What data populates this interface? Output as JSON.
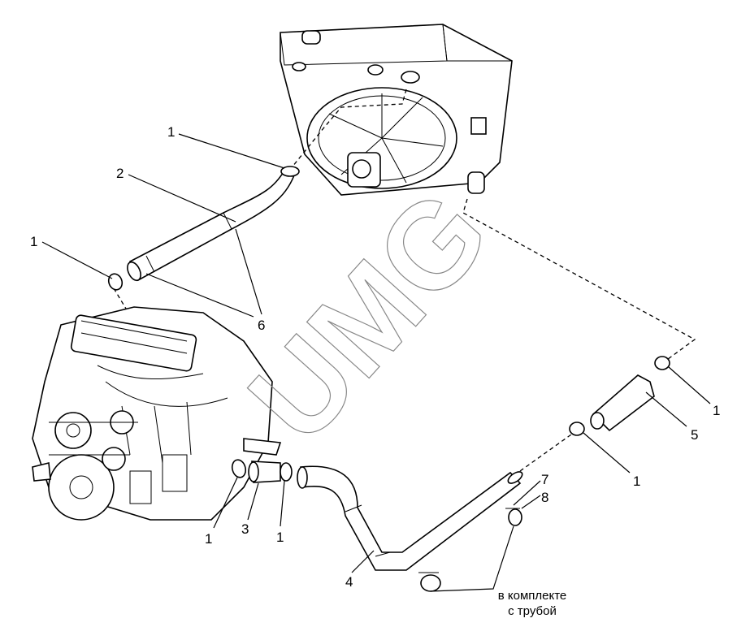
{
  "diagram": {
    "watermark": "UMG",
    "callouts": {
      "clamp_top": "1",
      "upper_hose": "2",
      "clamp_left": "1",
      "sleeve_marks": "6",
      "clamp_right_top": "1",
      "hose_right": "5",
      "clamp_right_mid": "1",
      "bolt": "7",
      "nut": "8",
      "clamp_low_left": "1",
      "sleeve": "3",
      "clamp_low_right": "1",
      "lower_pipe": "4"
    },
    "note_line1": "в комплекте",
    "note_line2": "с трубой"
  }
}
